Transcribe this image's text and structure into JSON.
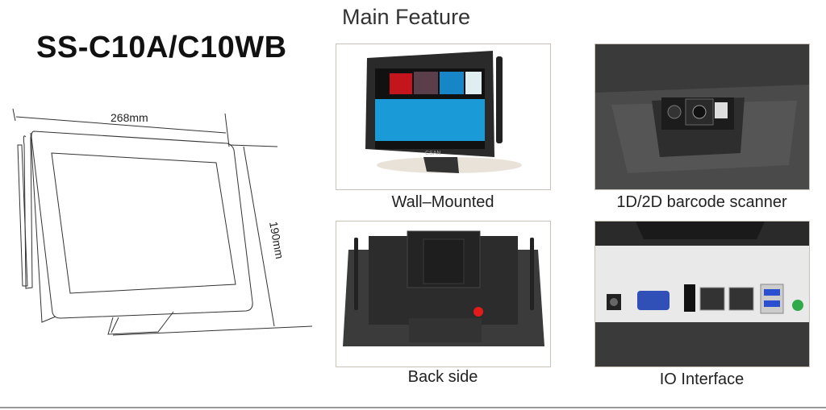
{
  "header": {
    "model": "SS-C10A/C10WB",
    "section_title": "Main Feature"
  },
  "drawing": {
    "width_label": "268mm",
    "height_label": "190mm"
  },
  "features": [
    {
      "caption": "Wall–Mounted",
      "brand": "CSAN"
    },
    {
      "caption": "1D/2D barcode scanner"
    },
    {
      "caption": "Back side"
    },
    {
      "caption": "IO Interface"
    }
  ]
}
